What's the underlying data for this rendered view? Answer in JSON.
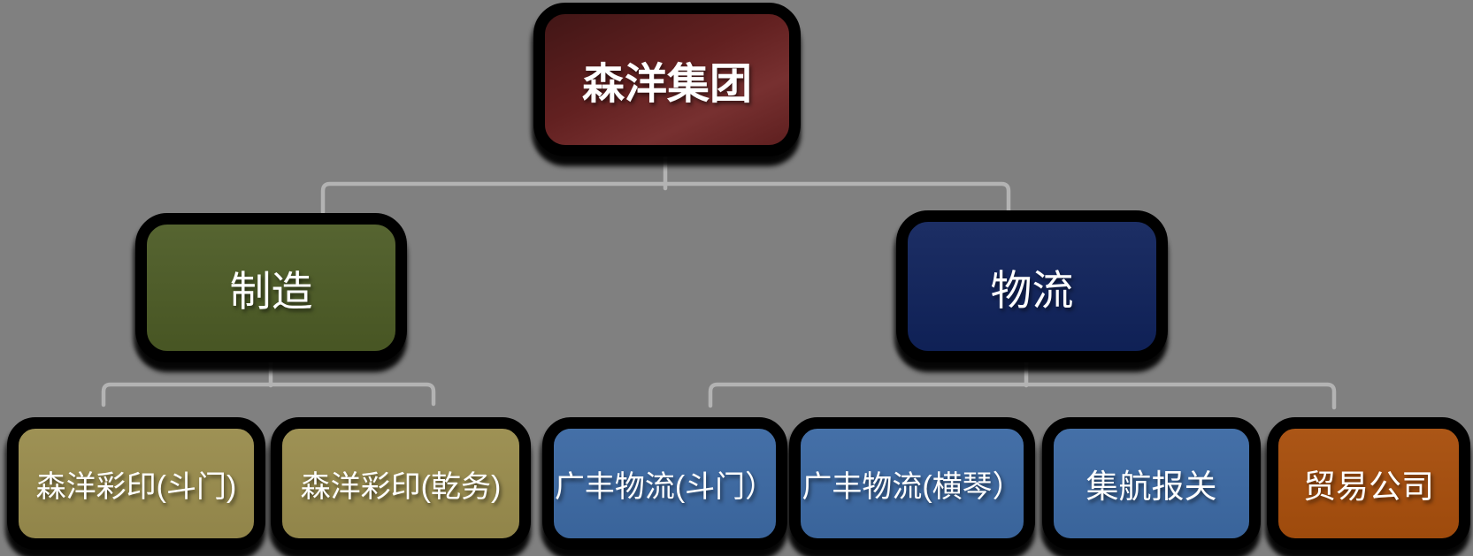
{
  "org": {
    "type": "org-chart",
    "background": "#808080",
    "connector_color": "#b3b3b3",
    "root": {
      "label": "森洋集团",
      "fill": "#702525"
    },
    "branches": [
      {
        "label": "制造",
        "fill": "#4d5c26",
        "children": [
          {
            "label": "森洋彩印(斗门)",
            "fill": "#9a8d4e"
          },
          {
            "label": "森洋彩印(乾务)",
            "fill": "#9a8d4e"
          }
        ]
      },
      {
        "label": "物流",
        "fill": "#10235c",
        "children": [
          {
            "label": "广丰物流(斗门）",
            "fill": "#3d6aa4"
          },
          {
            "label": "广丰物流(横琴）",
            "fill": "#3d6aa4"
          },
          {
            "label": "集航报关",
            "fill": "#3d6aa4"
          },
          {
            "label": "贸易公司",
            "fill": "#a84f0d"
          }
        ]
      }
    ]
  }
}
